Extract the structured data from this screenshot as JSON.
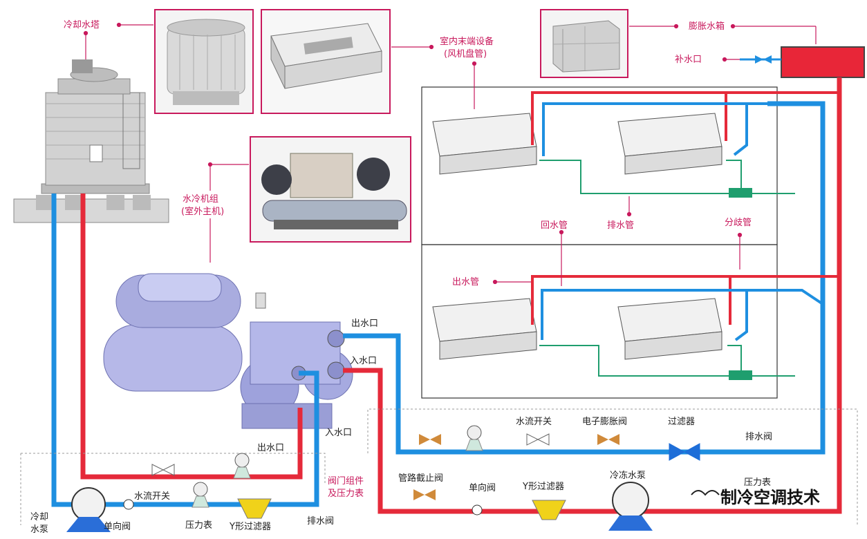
{
  "labels": {
    "cooling_tower": "冷却水塔",
    "indoor_unit": "室内末端设备",
    "indoor_unit_sub": "(风机盘管)",
    "expansion_tank": "膨胀水箱",
    "makeup_water": "补水口",
    "water_chiller": "水冷机组",
    "water_chiller_sub": "(室外主机)",
    "drain_pipe": "排水管",
    "return_pipe": "回水管",
    "branch_pipe": "分歧管",
    "supply_pipe": "出水管",
    "chiller_out_top": "出水口",
    "chiller_in_right": "入水口",
    "chiller_in_bottom": "入水口",
    "chiller_out_bottom": "出水口",
    "valve_group": "阀门组件",
    "valve_group_sub": "及压力表",
    "flow_switch_top": "水流开关",
    "expansion_valve": "电子膨胀阀",
    "filter_top": "过滤器",
    "drain_valve_right": "排水阀",
    "pipe_stop_valve": "管路截止阀",
    "check_valve_mid": "单向阀",
    "y_filter_mid": "Y形过滤器",
    "chilled_pump": "冷冻水泵",
    "pressure_gauge_right": "压力表",
    "cooling_pump": "冷却",
    "cooling_pump_sub": "水泵",
    "check_valve_left": "单向阀",
    "flow_switch_left": "水流开关",
    "pressure_gauge_left": "压力表",
    "y_filter_left": "Y形过滤器",
    "drain_valve_left": "排水阀",
    "watermark": "制冷空调技术"
  },
  "colors": {
    "supply": "#e52a3a",
    "return": "#1e8fe0",
    "drain": "#1f9e6e",
    "accent": "#c8195c",
    "box_border": "#c8195c"
  }
}
